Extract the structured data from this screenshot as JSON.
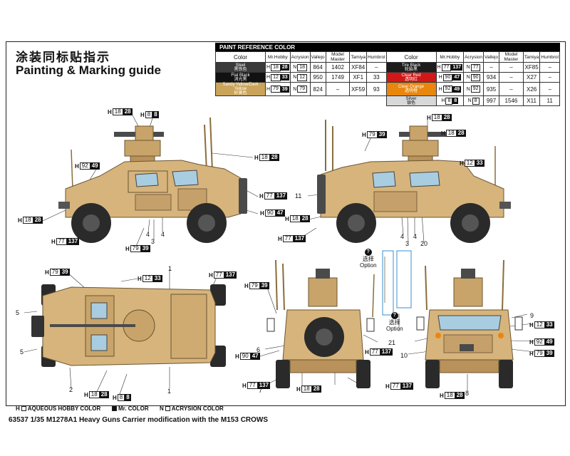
{
  "title_cn": "涂装同标贴指示",
  "title_en": "Painting & Marking guide",
  "paint_table": {
    "title": "PAINT REFERENCE COLOR",
    "headers": [
      "Color",
      "Mr.Hobby",
      "Acrysion",
      "Vallejo",
      "Model Master",
      "Tamiya",
      "Humbrol"
    ],
    "left_rows": [
      {
        "name": "Steel",
        "cn": "黑铁色",
        "h": "18",
        "hd": "28",
        "n": "18",
        "vallejo": "864",
        "mm": "1402",
        "tamiya": "XF84",
        "humbrol": "–",
        "bg": "#3a3a3a",
        "fg": "#ffffff"
      },
      {
        "name": "Flat Black",
        "cn": "消光黑",
        "h": "12",
        "hd": "33",
        "n": "12",
        "vallejo": "950",
        "mm": "1749",
        "tamiya": "XF1",
        "humbrol": "33",
        "bg": "#111111",
        "fg": "#ffffff"
      },
      {
        "name": "Sandy Yellow/Dark Yellow",
        "cn": "砂黄色",
        "h": "79",
        "hd": "39",
        "n": "79",
        "vallejo": "824",
        "mm": "–",
        "tamiya": "XF59",
        "humbrol": "93",
        "bg": "#c9a45a",
        "fg": "#ffffff"
      }
    ],
    "right_rows": [
      {
        "name": "Tire Black",
        "cn": "轮胎黑",
        "h": "77",
        "hd": "137",
        "n": "77",
        "vallejo": "–",
        "mm": "–",
        "tamiya": "XF85",
        "humbrol": "–",
        "bg": "#1c1c1c",
        "fg": "#ffffff"
      },
      {
        "name": "Clear Red",
        "cn": "透明红",
        "h": "90",
        "hd": "47",
        "n": "90",
        "vallejo": "934",
        "mm": "–",
        "tamiya": "X27",
        "humbrol": "–",
        "bg": "#d01818",
        "fg": "#ffffff"
      },
      {
        "name": "Clear Orange",
        "cn": "透明橙",
        "h": "92",
        "hd": "49",
        "n": "92",
        "vallejo": "935",
        "mm": "–",
        "tamiya": "X26",
        "humbrol": "–",
        "bg": "#e8860e",
        "fg": "#ffffff"
      },
      {
        "name": "Silver",
        "cn": "银色",
        "h": "8",
        "hd": "8",
        "n": "8",
        "vallejo": "997",
        "mm": "1546",
        "tamiya": "X11",
        "humbrol": "11",
        "bg": "#d8d8d8",
        "fg": "#111111"
      }
    ]
  },
  "callouts": [
    {
      "id": "c1",
      "pre": "H",
      "a": "18",
      "b": "28"
    },
    {
      "id": "c2",
      "pre": "H",
      "a": "8",
      "b": "8"
    },
    {
      "id": "c3",
      "pre": "H",
      "a": "18",
      "b": "28"
    },
    {
      "id": "c4",
      "pre": "H",
      "a": "92",
      "b": "49"
    },
    {
      "id": "c5",
      "pre": "H",
      "a": "77",
      "b": "137"
    },
    {
      "id": "c6",
      "pre": "H",
      "a": "90",
      "b": "47"
    },
    {
      "id": "c7",
      "pre": "H",
      "a": "18",
      "b": "28"
    },
    {
      "id": "c8",
      "pre": "H",
      "a": "77",
      "b": "137"
    },
    {
      "id": "c9",
      "pre": "H",
      "a": "79",
      "b": "39"
    },
    {
      "id": "c10",
      "pre": "H",
      "a": "18",
      "b": "28"
    },
    {
      "id": "c11",
      "pre": "H",
      "a": "79",
      "b": "39"
    },
    {
      "id": "c12",
      "pre": "H",
      "a": "18",
      "b": "28"
    },
    {
      "id": "c13",
      "pre": "H",
      "a": "12",
      "b": "33"
    },
    {
      "id": "c14",
      "pre": "H",
      "a": "18",
      "b": "28"
    },
    {
      "id": "c15",
      "pre": "H",
      "a": "77",
      "b": "137"
    },
    {
      "id": "c16",
      "pre": "H",
      "a": "79",
      "b": "39"
    },
    {
      "id": "c17",
      "pre": "H",
      "a": "12",
      "b": "33"
    },
    {
      "id": "c18",
      "pre": "H",
      "a": "77",
      "b": "137"
    },
    {
      "id": "c19",
      "pre": "H",
      "a": "18",
      "b": "28"
    },
    {
      "id": "c20",
      "pre": "H",
      "a": "8",
      "b": "8"
    },
    {
      "id": "c21",
      "pre": "H",
      "a": "79",
      "b": "39"
    },
    {
      "id": "c22",
      "pre": "H",
      "a": "90",
      "b": "47"
    },
    {
      "id": "c23",
      "pre": "H",
      "a": "77",
      "b": "137"
    },
    {
      "id": "c24",
      "pre": "H",
      "a": "18",
      "b": "28"
    },
    {
      "id": "c25",
      "pre": "H",
      "a": "77",
      "b": "137"
    },
    {
      "id": "c26",
      "pre": "H",
      "a": "77",
      "b": "137"
    },
    {
      "id": "c27",
      "pre": "H",
      "a": "18",
      "b": "28"
    },
    {
      "id": "c28",
      "pre": "H",
      "a": "12",
      "b": "33"
    },
    {
      "id": "c29",
      "pre": "H",
      "a": "92",
      "b": "49"
    },
    {
      "id": "c30",
      "pre": "H",
      "a": "79",
      "b": "39"
    }
  ],
  "part_numbers": [
    "4",
    "4",
    "3",
    "11",
    "4",
    "4",
    "3",
    "20",
    "1",
    "5",
    "5",
    "2",
    "1",
    "6",
    "21",
    "10",
    "9",
    "8",
    "7"
  ],
  "option_label_cn": "选择",
  "option_label": "Option",
  "legend": {
    "h": "H",
    "h_text": "AQUEOUS HOBBY COLOR",
    "m_text": "Mr. COLOR",
    "n": "N",
    "n_text": "ACRYSION COLOR"
  },
  "footer": "63537 1/35 M1278A1 Heavy Guns Carrier modification with the M153 CROWS",
  "colors": {
    "sand": "#d6b47c",
    "sand_dark": "#b8925a",
    "tire": "#2a2a2a",
    "glass": "#a9cde0"
  }
}
